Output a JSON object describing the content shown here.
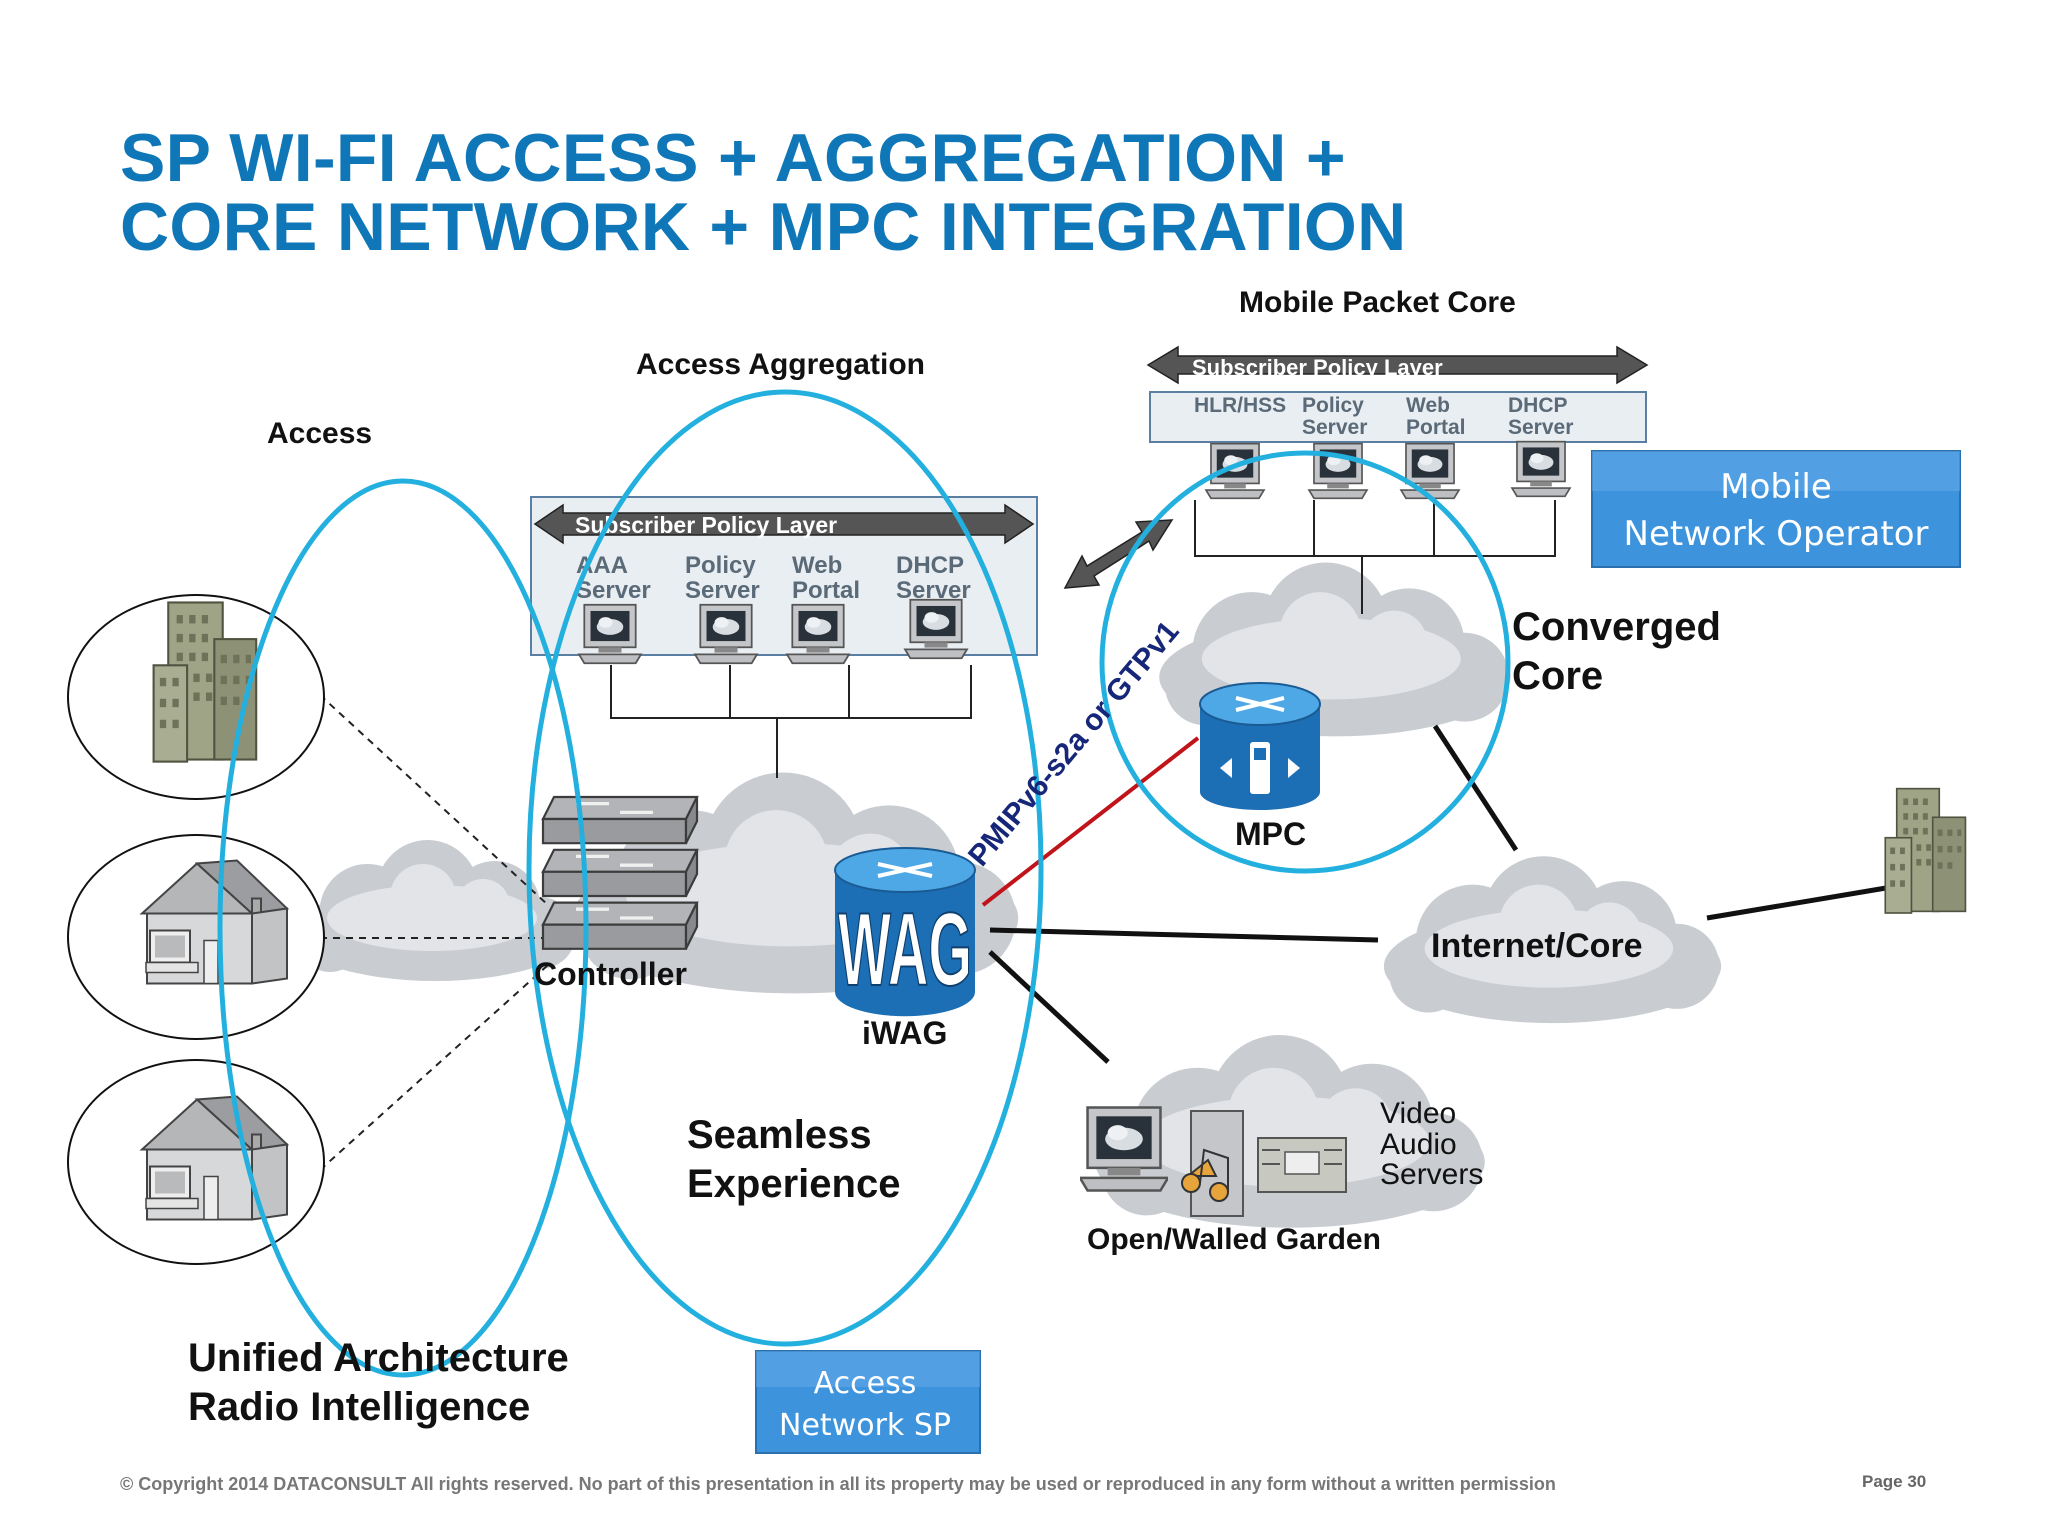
{
  "title": "SP WI-FI ACCESS + AGGREGATION +\nCORE NETWORK + MPC INTEGRATION",
  "sections": {
    "access": "Access",
    "access_aggregation": "Access Aggregation",
    "mobile_packet_core": "Mobile Packet Core"
  },
  "access_policy_layer": {
    "label": "Subscriber Policy Layer",
    "servers": [
      {
        "line1": "AAA",
        "line2": "Server"
      },
      {
        "line1": "Policy",
        "line2": "Server"
      },
      {
        "line1": "Web",
        "line2": "Portal"
      },
      {
        "line1": "DHCP",
        "line2": "Server"
      }
    ]
  },
  "core_policy_layer": {
    "label": "Subscriber Policy Layer",
    "servers": [
      {
        "line1": "HLR/HSS",
        "line2": ""
      },
      {
        "line1": "Policy",
        "line2": "Server"
      },
      {
        "line1": "Web",
        "line2": "Portal"
      },
      {
        "line1": "DHCP",
        "line2": "Server"
      }
    ]
  },
  "nodes": {
    "controller": "Controller",
    "wag_logo": "WAG",
    "iwag": "iWAG",
    "mpc": "MPC",
    "tunnel": "PMIPv6-s2a or GTPv1",
    "internet_core": "Internet/Core",
    "open_walled_garden": "Open/Walled Garden",
    "servers_text": [
      "Video",
      "Audio",
      "Servers"
    ]
  },
  "captions": {
    "converged_core": [
      "Converged",
      "Core"
    ],
    "seamless_experience": [
      "Seamless",
      "Experience"
    ],
    "unified_architecture": [
      "Unified Architecture",
      "Radio Intelligence"
    ]
  },
  "buttons": {
    "mobile_operator": [
      "Mobile",
      "Network Operator"
    ],
    "access_sp": [
      "Access",
      "Network SP"
    ]
  },
  "colors": {
    "title": "#0f77b7",
    "ellipse": "#23b0de",
    "tunnel_line": "#c0141a",
    "button": "#3d93dc"
  },
  "footer": "© Copyright 2014 DATACONSULT  All rights reserved. No part of this presentation in all its property may be used or reproduced in any form without a written permission",
  "page": "Page 30"
}
